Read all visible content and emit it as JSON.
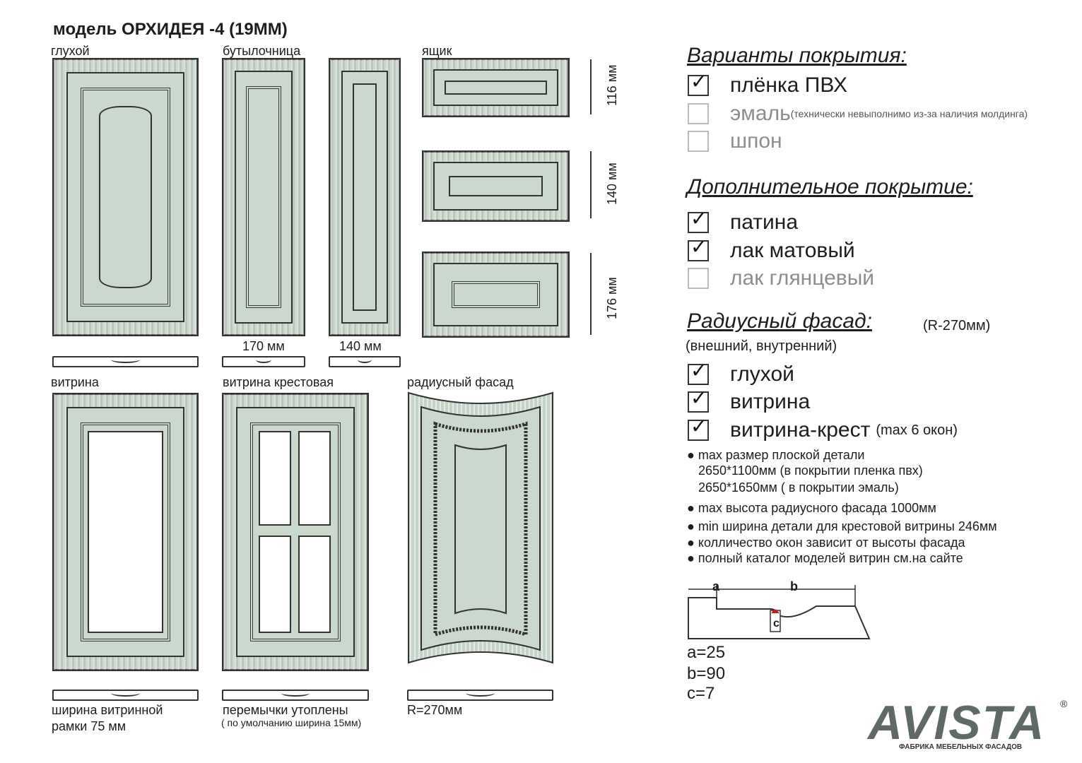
{
  "title": "модель ОРХИДЕЯ -4 (19ММ)",
  "labels": {
    "gluhoy": "глухой",
    "butylochnitsa": "бутылочница",
    "yaschik": "ящик",
    "vitrina": "витрина",
    "vitrina_krest": "витрина крестовая",
    "radius": "радиусный фасад",
    "w170": "170 мм",
    "w140": "140 мм",
    "h116": "116 мм",
    "h140": "140 мм",
    "h176": "176 мм",
    "vitrina_note1": "ширина витринной",
    "vitrina_note2": "рамки 75 мм",
    "krest_note1": "перемычки утоплены",
    "krest_note2": "( по умолчанию ширина 15мм)",
    "radius_note": "R=270мм"
  },
  "coating": {
    "heading": "Варианты покрытия:",
    "options": [
      {
        "label": "плёнка ПВХ",
        "checked": true,
        "note": ""
      },
      {
        "label": "эмаль",
        "checked": false,
        "note": "(технически невыполнимо из-за наличия молдинга)"
      },
      {
        "label": "шпон",
        "checked": false,
        "note": ""
      }
    ]
  },
  "extra": {
    "heading": "Дополнительное покрытие:",
    "options": [
      {
        "label": "патина",
        "checked": true
      },
      {
        "label": "лак матовый",
        "checked": true
      },
      {
        "label": "лак глянцевый",
        "checked": false
      }
    ]
  },
  "radius_facade": {
    "heading": "Радиусный фасад:",
    "heading_note": "(R-270мм)",
    "sub": "(внешний, внутренний)",
    "options": [
      {
        "label": "глухой",
        "checked": true,
        "note": ""
      },
      {
        "label": "витрина",
        "checked": true,
        "note": ""
      },
      {
        "label": "витрина-крест",
        "checked": true,
        "note": "(max 6 окон)"
      }
    ]
  },
  "notes": [
    "max размер  плоской детали",
    "2650*1100мм (в покрытии пленка пвх)",
    "2650*1650мм ( в покрытии эмаль)",
    "max высота  радиусного фасада 1000мм",
    "min ширина детали для крестовой витрины 246мм",
    "колличество окон зависит от высоты фасада",
    "полный каталог моделей витрин см.на сайте"
  ],
  "profile": {
    "a_label": "a",
    "b_label": "b",
    "c_label": "c",
    "a": "a=25",
    "b": "b=90",
    "c": "c=7"
  },
  "brand": {
    "name": "AVISTA",
    "reg": "®",
    "tagline": "ФАБРИКА МЕБЕЛЬНЫХ ФАСАДОВ"
  },
  "check_glyph": "✓"
}
